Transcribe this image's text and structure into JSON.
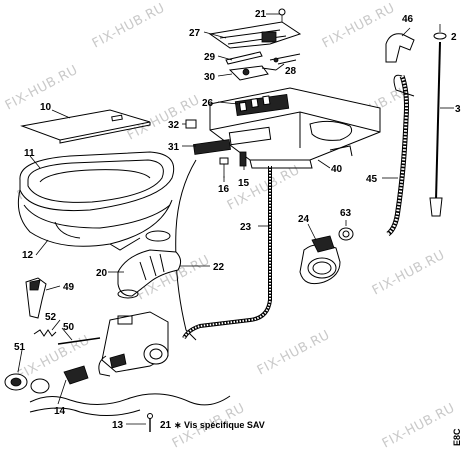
{
  "watermark": "FIX-HUB.RU",
  "labels": {
    "p2": "2",
    "p3": "3",
    "p10": "10",
    "p11": "11",
    "p12": "12",
    "p13": "13",
    "p14": "14",
    "p15": "15",
    "p16": "16",
    "p20": "20",
    "p21_top": "21",
    "p21_bottom": "21",
    "p22": "22",
    "p23": "23",
    "p24": "24",
    "p26": "26",
    "p27": "27",
    "p28": "28",
    "p29": "29",
    "p30": "30",
    "p31": "31",
    "p32": "32",
    "p40": "40",
    "p45": "45",
    "p46": "46",
    "p49": "49",
    "p50": "50",
    "p51": "51",
    "p52": "52",
    "p63": "63"
  },
  "footnote": "∗ Vis spécifique SAV",
  "corner_code": "E8C"
}
